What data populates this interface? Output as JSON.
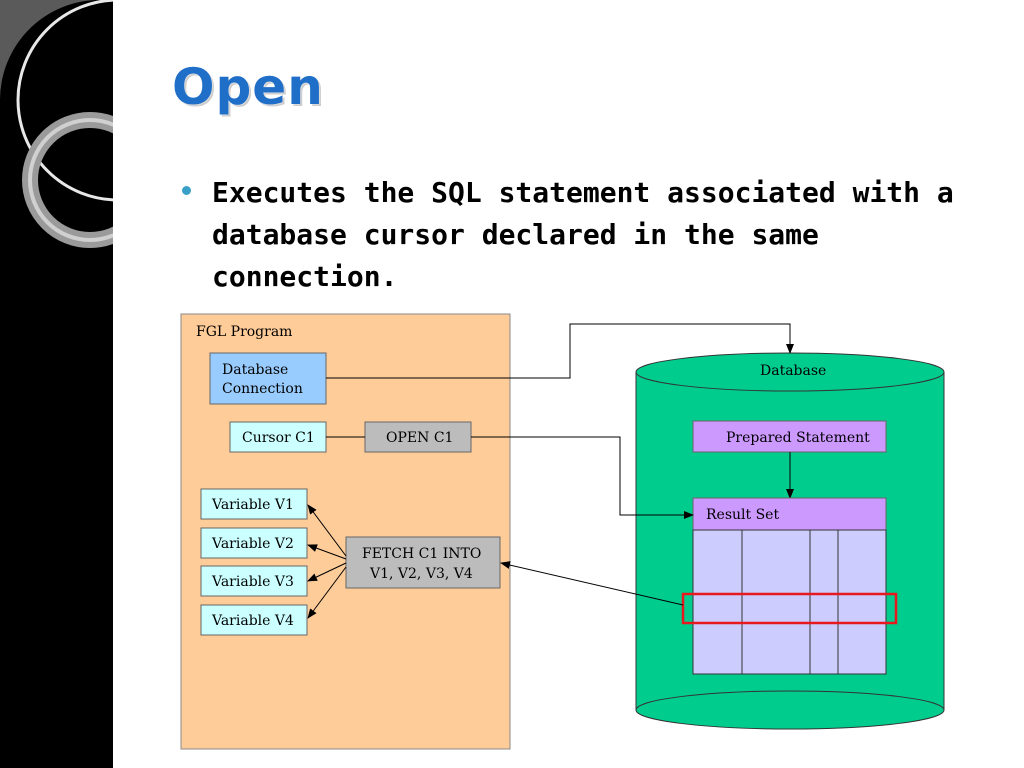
{
  "slide": {
    "title": "Open",
    "bullet": "Executes the SQL statement associated with a database cursor declared in the same connection."
  },
  "diagram": {
    "program_label": "FGL Program",
    "db_connection_line1": "Database",
    "db_connection_line2": "Connection",
    "cursor": "Cursor C1",
    "open": "OPEN C1",
    "variables": [
      "Variable V1",
      "Variable V2",
      "Variable V3",
      "Variable V4"
    ],
    "fetch_line1": "FETCH C1 INTO",
    "fetch_line2": "V1, V2, V3, V4",
    "database_label": "Database",
    "prepared_statement": "Prepared Statement",
    "result_set": "Result Set"
  },
  "colors": {
    "program_bg": "#fecc99",
    "db_green": "#00cc8e",
    "connection_blue": "#99ccfe",
    "cursor_cyan": "#ccffff",
    "open_gray": "#bcbcbc",
    "purple": "#cc99ff",
    "resultset_body": "#ccccff",
    "highlight_red": "#e8191e",
    "title_blue": "#1f6ec8"
  }
}
